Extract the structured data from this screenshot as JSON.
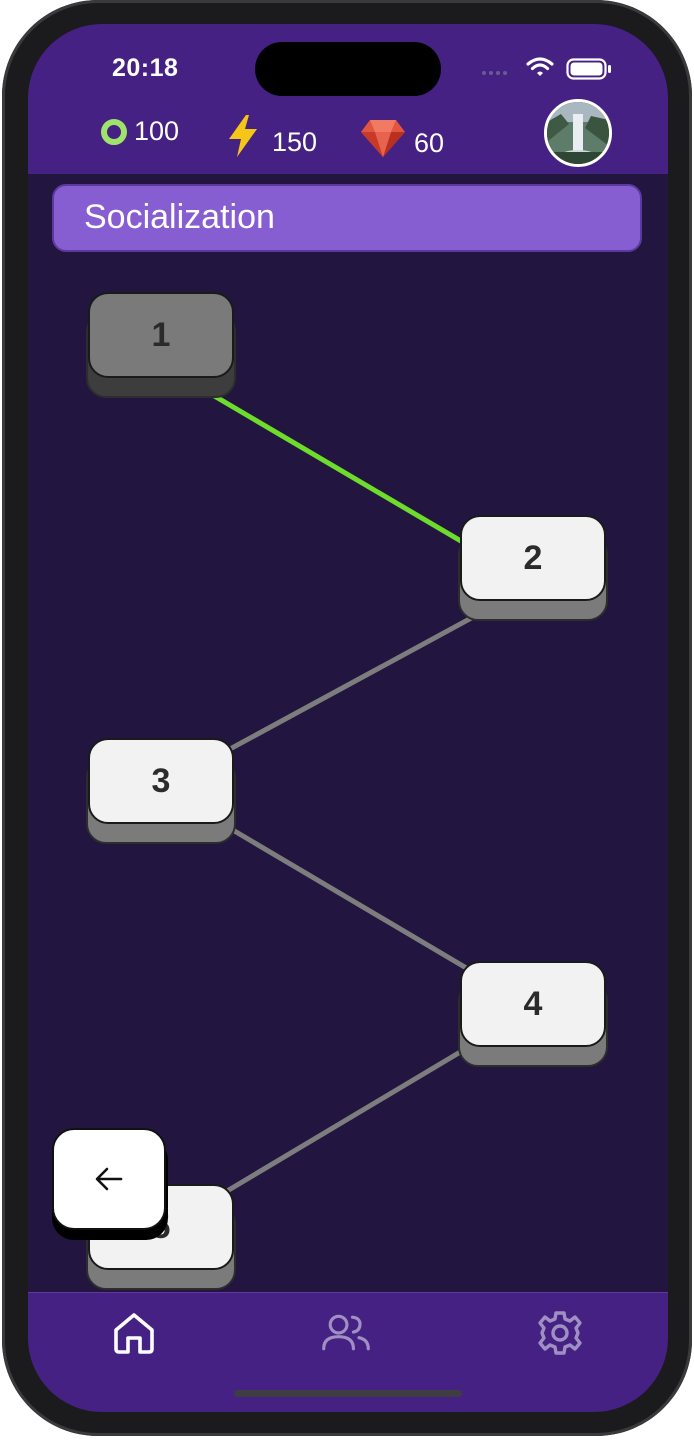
{
  "status_bar": {
    "time": "20:18"
  },
  "header": {
    "stats": [
      {
        "icon": "ring-icon",
        "value": "100",
        "color": "#9fe36b"
      },
      {
        "icon": "lightning-icon",
        "value": "150",
        "color": "#f5c518"
      },
      {
        "icon": "gem-icon",
        "value": "60",
        "color": "#e2553f"
      }
    ]
  },
  "banner": {
    "title": "Socialization"
  },
  "levels": [
    {
      "label": "1",
      "state": "completed"
    },
    {
      "label": "2",
      "state": "available"
    },
    {
      "label": "3",
      "state": "locked"
    },
    {
      "label": "4",
      "state": "locked"
    },
    {
      "label": "5",
      "state": "locked"
    }
  ],
  "colors": {
    "path_completed": "#6ddc2a",
    "path_locked": "#7d7d7d",
    "header_bg": "#452183",
    "screen_bg": "#221540",
    "banner_bg": "#875ed2"
  },
  "tabbar": {
    "tabs": [
      {
        "icon": "home-icon",
        "active": true
      },
      {
        "icon": "users-icon",
        "active": false
      },
      {
        "icon": "gear-icon",
        "active": false
      }
    ]
  }
}
